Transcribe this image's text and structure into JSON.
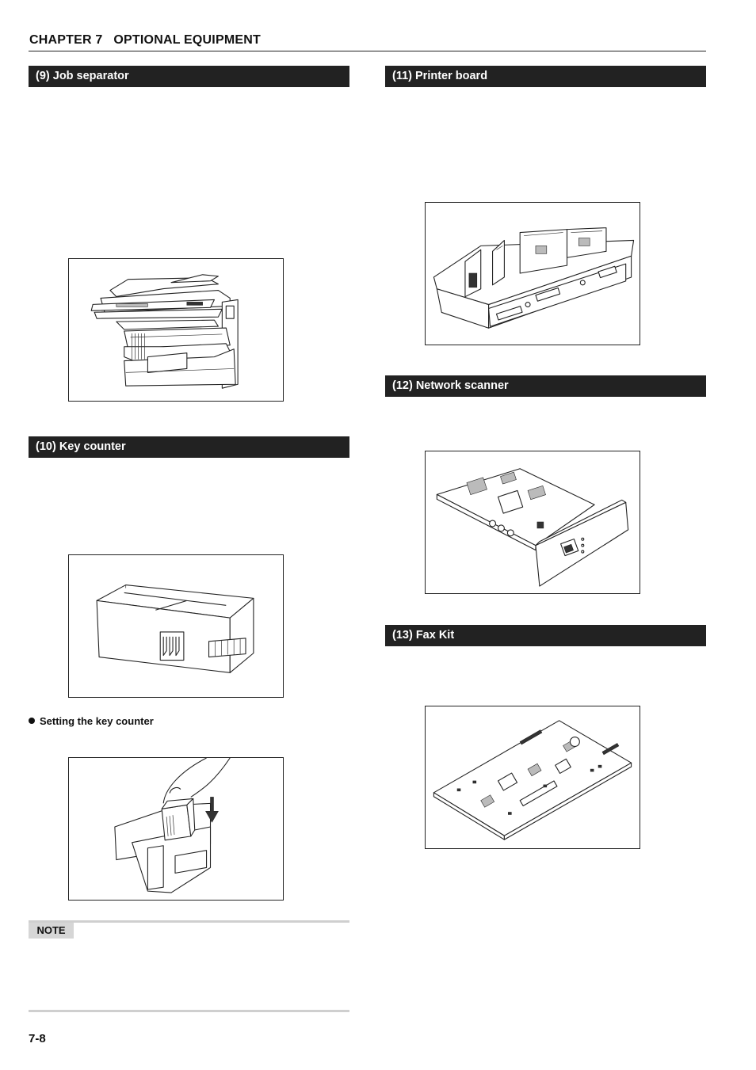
{
  "header": {
    "chapter": "CHAPTER 7   OPTIONAL EQUIPMENT"
  },
  "sections": {
    "job_separator": "(9) Job separator",
    "key_counter": "(10) Key counter",
    "printer_board": "(11) Printer board",
    "network_scanner": "(12) Network scanner",
    "fax_kit": "(13) Fax Kit"
  },
  "key_counter_setting": {
    "label": "Setting the key counter"
  },
  "note": {
    "label": "NOTE"
  },
  "footer": {
    "page_number": "7-8"
  },
  "icons": {
    "bullet": "filled-circle",
    "arrow": "down-arrow"
  },
  "colors": {
    "section_bar": "#222222",
    "section_text": "#ffffff",
    "note_band": "#d6d6d6"
  }
}
